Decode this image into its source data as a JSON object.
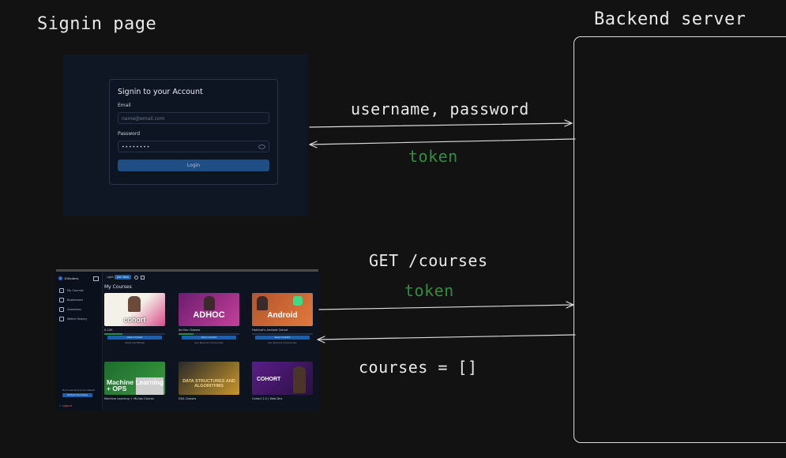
{
  "labels": {
    "signin_page": "Signin page",
    "backend_server": "Backend server",
    "request1": "username, password",
    "response1": "token",
    "request2": "GET /courses",
    "request2_token": "token",
    "response2": "courses = []"
  },
  "signin": {
    "title": "Signin to your Account",
    "email_label": "Email",
    "email_placeholder": "name@email.com",
    "password_label": "Password",
    "password_value": "••••••••",
    "button": "Login"
  },
  "dashboard": {
    "brand": "100xdevs",
    "chips": [
      "Light",
      "Join Now"
    ],
    "section_title": "My Courses",
    "sidebar": [
      "My Courses",
      "Bookmarks",
      "Questions",
      "Watch History"
    ],
    "sidebar_footer": "Don't see all your purchases?",
    "sidebar_button": "Refresh Purchases",
    "logout": "Logout",
    "courses": [
      {
        "title": "0-100",
        "thumb": "cohort",
        "progress": 0.3,
        "button": "View Content",
        "tag": "Claim Certificate"
      },
      {
        "title": "Ad Hoc Classes",
        "thumb": "ADHOC",
        "progress": 0.25,
        "button": "View Content",
        "tag": "Join Discord Community"
      },
      {
        "title": "Harkirat's Android Cohort",
        "thumb": "Android",
        "progress": 0,
        "button": "View Content",
        "tag": "Join Discord Community"
      },
      {
        "title": "Machine Learning + MLOps Course",
        "thumb": "Machine Learning + OPS",
        "progress": 0,
        "button": "",
        "tag": ""
      },
      {
        "title": "DSA Classes",
        "thumb": "DATA STRUCTURES AND ALGORITHMS",
        "progress": 0,
        "button": "",
        "tag": ""
      },
      {
        "title": "Cohort 2.0 | Web Dev",
        "thumb": "COHORT",
        "progress": 0,
        "button": "",
        "tag": ""
      }
    ]
  },
  "colors": {
    "background": "#121212",
    "green_text": "#2f8f3e",
    "sketch_stroke": "#dcdcdc"
  }
}
